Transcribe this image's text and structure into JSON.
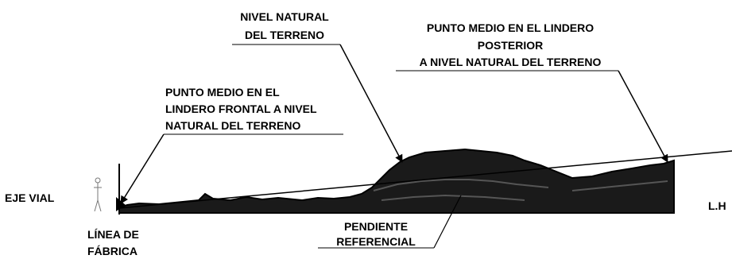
{
  "labels": {
    "natural_level_line1": "NIVEL NATURAL",
    "natural_level_line2": "DEL TERRENO",
    "rear_point_line1": "PUNTO MEDIO EN EL LINDERO",
    "rear_point_line2": "POSTERIOR",
    "rear_point_line3": "A NIVEL NATURAL DEL TERRENO",
    "front_point_line1": "PUNTO MEDIO EN EL",
    "front_point_line2": "LINDERO FRONTAL A NIVEL",
    "front_point_line3": "NATURAL DEL TERRENO",
    "road_axis": "EJE VIAL",
    "building_line_line1": "LÍNEA DE",
    "building_line_line2": "FÁBRICA",
    "reference_slope_line1": "PENDIENTE",
    "reference_slope_line2": "REFERENCIAL",
    "lh": "L.H"
  },
  "colors": {
    "terrain_fill": "#1a1a1a",
    "ink": "#000000"
  }
}
